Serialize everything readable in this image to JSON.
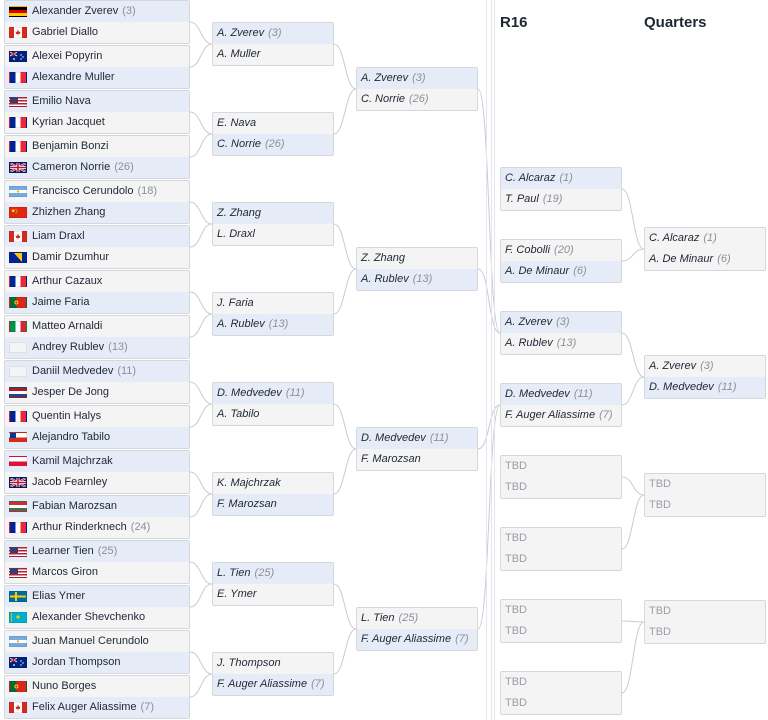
{
  "headers": {
    "r16": "R16",
    "quarters": "Quarters"
  },
  "flag_colors": {
    "de": [
      "#000000",
      "#dd0000",
      "#ffce00"
    ],
    "ca": [
      "#d52b1e",
      "#ffffff",
      "#d52b1e"
    ],
    "au": [
      "#00247d",
      "#00247d",
      "#00247d"
    ],
    "fr": [
      "#002395",
      "#ffffff",
      "#ed2939"
    ],
    "us": [
      "#b22234",
      "#ffffff",
      "#3c3b6e"
    ],
    "gb": [
      "#012169",
      "#c8102e",
      "#ffffff"
    ],
    "ar": [
      "#74acdf",
      "#ffffff",
      "#74acdf"
    ],
    "cn": [
      "#de2910",
      "#de2910",
      "#ffde00"
    ],
    "ba": [
      "#002395",
      "#fecb00",
      "#002395"
    ],
    "pt": [
      "#046a38",
      "#da291c",
      "#da291c"
    ],
    "it": [
      "#009246",
      "#ffffff",
      "#ce2b37"
    ],
    "nl": [
      "#ae1c28",
      "#ffffff",
      "#21468b"
    ],
    "cl": [
      "#0039a6",
      "#ffffff",
      "#d52b1e"
    ],
    "pl": [
      "#ffffff",
      "#ffffff",
      "#dc143c"
    ],
    "hu": [
      "#cd2a3e",
      "#ffffff",
      "#436f4d"
    ],
    "se": [
      "#006aa7",
      "#fecc00",
      "#006aa7"
    ],
    "kz": [
      "#00afca",
      "#fec50c",
      "#00afca"
    ],
    "none": [
      "#f3f4f6",
      "#f3f4f6",
      "#f3f4f6"
    ]
  },
  "rounds": {
    "r1": [
      {
        "players": [
          {
            "name": "Alexander Zverev",
            "seed": "(3)",
            "flag": "de",
            "win": true
          },
          {
            "name": "Gabriel Diallo",
            "seed": "",
            "flag": "ca",
            "win": false
          }
        ]
      },
      {
        "players": [
          {
            "name": "Alexei Popyrin",
            "seed": "",
            "flag": "au",
            "win": false
          },
          {
            "name": "Alexandre Muller",
            "seed": "",
            "flag": "fr",
            "win": true
          }
        ]
      },
      {
        "players": [
          {
            "name": "Emilio Nava",
            "seed": "",
            "flag": "us",
            "win": true
          },
          {
            "name": "Kyrian Jacquet",
            "seed": "",
            "flag": "fr",
            "win": false
          }
        ]
      },
      {
        "players": [
          {
            "name": "Benjamin Bonzi",
            "seed": "",
            "flag": "fr",
            "win": false
          },
          {
            "name": "Cameron Norrie",
            "seed": "(26)",
            "flag": "gb",
            "win": true
          }
        ]
      },
      {
        "players": [
          {
            "name": "Francisco Cerundolo",
            "seed": "(18)",
            "flag": "ar",
            "win": false
          },
          {
            "name": "Zhizhen Zhang",
            "seed": "",
            "flag": "cn",
            "win": true
          }
        ]
      },
      {
        "players": [
          {
            "name": "Liam Draxl",
            "seed": "",
            "flag": "ca",
            "win": true
          },
          {
            "name": "Damir Dzumhur",
            "seed": "",
            "flag": "ba",
            "win": false
          }
        ]
      },
      {
        "players": [
          {
            "name": "Arthur Cazaux",
            "seed": "",
            "flag": "fr",
            "win": false
          },
          {
            "name": "Jaime Faria",
            "seed": "",
            "flag": "pt",
            "win": true
          }
        ]
      },
      {
        "players": [
          {
            "name": "Matteo Arnaldi",
            "seed": "",
            "flag": "it",
            "win": false
          },
          {
            "name": "Andrey Rublev",
            "seed": "(13)",
            "flag": "none",
            "win": true
          }
        ]
      },
      {
        "players": [
          {
            "name": "Daniil Medvedev",
            "seed": "(11)",
            "flag": "none",
            "win": true
          },
          {
            "name": "Jesper De Jong",
            "seed": "",
            "flag": "nl",
            "win": false
          }
        ]
      },
      {
        "players": [
          {
            "name": "Quentin Halys",
            "seed": "",
            "flag": "fr",
            "win": false
          },
          {
            "name": "Alejandro Tabilo",
            "seed": "",
            "flag": "cl",
            "win": true
          }
        ]
      },
      {
        "players": [
          {
            "name": "Kamil Majchrzak",
            "seed": "",
            "flag": "pl",
            "win": true
          },
          {
            "name": "Jacob Fearnley",
            "seed": "",
            "flag": "gb",
            "win": false
          }
        ]
      },
      {
        "players": [
          {
            "name": "Fabian Marozsan",
            "seed": "",
            "flag": "hu",
            "win": true
          },
          {
            "name": "Arthur Rinderknech",
            "seed": "(24)",
            "flag": "fr",
            "win": false
          }
        ]
      },
      {
        "players": [
          {
            "name": "Learner Tien",
            "seed": "(25)",
            "flag": "us",
            "win": true
          },
          {
            "name": "Marcos Giron",
            "seed": "",
            "flag": "us",
            "win": false
          }
        ]
      },
      {
        "players": [
          {
            "name": "Elias Ymer",
            "seed": "",
            "flag": "se",
            "win": true
          },
          {
            "name": "Alexander Shevchenko",
            "seed": "",
            "flag": "kz",
            "win": false
          }
        ]
      },
      {
        "players": [
          {
            "name": "Juan Manuel Cerundolo",
            "seed": "",
            "flag": "ar",
            "win": false
          },
          {
            "name": "Jordan Thompson",
            "seed": "",
            "flag": "au",
            "win": true
          }
        ]
      },
      {
        "players": [
          {
            "name": "Nuno Borges",
            "seed": "",
            "flag": "pt",
            "win": false
          },
          {
            "name": "Felix Auger Aliassime",
            "seed": "(7)",
            "flag": "ca",
            "win": true
          }
        ]
      }
    ],
    "r2": [
      {
        "players": [
          {
            "name": "A. Zverev",
            "seed": "(3)",
            "win": true
          },
          {
            "name": "A. Muller",
            "seed": "",
            "win": false
          }
        ]
      },
      {
        "players": [
          {
            "name": "E. Nava",
            "seed": "",
            "win": false
          },
          {
            "name": "C. Norrie",
            "seed": "(26)",
            "win": true
          }
        ]
      },
      {
        "players": [
          {
            "name": "Z. Zhang",
            "seed": "",
            "win": true
          },
          {
            "name": "L. Draxl",
            "seed": "",
            "win": false
          }
        ]
      },
      {
        "players": [
          {
            "name": "J. Faria",
            "seed": "",
            "win": false
          },
          {
            "name": "A. Rublev",
            "seed": "(13)",
            "win": true
          }
        ]
      },
      {
        "players": [
          {
            "name": "D. Medvedev",
            "seed": "(11)",
            "win": true
          },
          {
            "name": "A. Tabilo",
            "seed": "",
            "win": false
          }
        ]
      },
      {
        "players": [
          {
            "name": "K. Majchrzak",
            "seed": "",
            "win": false
          },
          {
            "name": "F. Marozsan",
            "seed": "",
            "win": true
          }
        ]
      },
      {
        "players": [
          {
            "name": "L. Tien",
            "seed": "(25)",
            "win": true
          },
          {
            "name": "E. Ymer",
            "seed": "",
            "win": false
          }
        ]
      },
      {
        "players": [
          {
            "name": "J. Thompson",
            "seed": "",
            "win": false
          },
          {
            "name": "F. Auger Aliassime",
            "seed": "(7)",
            "win": true
          }
        ]
      }
    ],
    "r3": [
      {
        "players": [
          {
            "name": "A. Zverev",
            "seed": "(3)",
            "win": true
          },
          {
            "name": "C. Norrie",
            "seed": "(26)",
            "win": false
          }
        ]
      },
      {
        "players": [
          {
            "name": "Z. Zhang",
            "seed": "",
            "win": false
          },
          {
            "name": "A. Rublev",
            "seed": "(13)",
            "win": true
          }
        ]
      },
      {
        "players": [
          {
            "name": "D. Medvedev",
            "seed": "(11)",
            "win": true
          },
          {
            "name": "F. Marozsan",
            "seed": "",
            "win": false
          }
        ]
      },
      {
        "players": [
          {
            "name": "L. Tien",
            "seed": "(25)",
            "win": false
          },
          {
            "name": "F. Auger Aliassime",
            "seed": "(7)",
            "win": true
          }
        ]
      }
    ],
    "r4": [
      {
        "players": [
          {
            "name": "C. Alcaraz",
            "seed": "(1)",
            "win": true
          },
          {
            "name": "T. Paul",
            "seed": "(19)",
            "win": false
          }
        ]
      },
      {
        "players": [
          {
            "name": "F. Cobolli",
            "seed": "(20)",
            "win": false
          },
          {
            "name": "A. De Minaur",
            "seed": "(6)",
            "win": true
          }
        ]
      },
      {
        "players": [
          {
            "name": "A. Zverev",
            "seed": "(3)",
            "win": true
          },
          {
            "name": "A. Rublev",
            "seed": "(13)",
            "win": false
          }
        ]
      },
      {
        "players": [
          {
            "name": "D. Medvedev",
            "seed": "(11)",
            "win": true
          },
          {
            "name": "F. Auger Aliassime",
            "seed": "(7)",
            "win": false
          }
        ]
      },
      {
        "players": [
          {
            "name": "TBD",
            "seed": "",
            "win": false,
            "tbd": true
          },
          {
            "name": "TBD",
            "seed": "",
            "win": false,
            "tbd": true
          }
        ]
      },
      {
        "players": [
          {
            "name": "TBD",
            "seed": "",
            "win": false,
            "tbd": true
          },
          {
            "name": "TBD",
            "seed": "",
            "win": false,
            "tbd": true
          }
        ]
      },
      {
        "players": [
          {
            "name": "TBD",
            "seed": "",
            "win": false,
            "tbd": true
          },
          {
            "name": "TBD",
            "seed": "",
            "win": false,
            "tbd": true
          }
        ]
      },
      {
        "players": [
          {
            "name": "TBD",
            "seed": "",
            "win": false,
            "tbd": true
          },
          {
            "name": "TBD",
            "seed": "",
            "win": false,
            "tbd": true
          }
        ]
      }
    ],
    "r5": [
      {
        "players": [
          {
            "name": "C. Alcaraz",
            "seed": "(1)",
            "win": false
          },
          {
            "name": "A. De Minaur",
            "seed": "(6)",
            "win": false
          }
        ]
      },
      {
        "players": [
          {
            "name": "A. Zverev",
            "seed": "(3)",
            "win": false
          },
          {
            "name": "D. Medvedev",
            "seed": "(11)",
            "win": true
          }
        ]
      },
      {
        "players": [
          {
            "name": "TBD",
            "seed": "",
            "win": false,
            "tbd": true
          },
          {
            "name": "TBD",
            "seed": "",
            "win": false,
            "tbd": true
          }
        ]
      },
      {
        "players": [
          {
            "name": "TBD",
            "seed": "",
            "win": false,
            "tbd": true
          },
          {
            "name": "TBD",
            "seed": "",
            "win": false,
            "tbd": true
          }
        ]
      }
    ]
  }
}
